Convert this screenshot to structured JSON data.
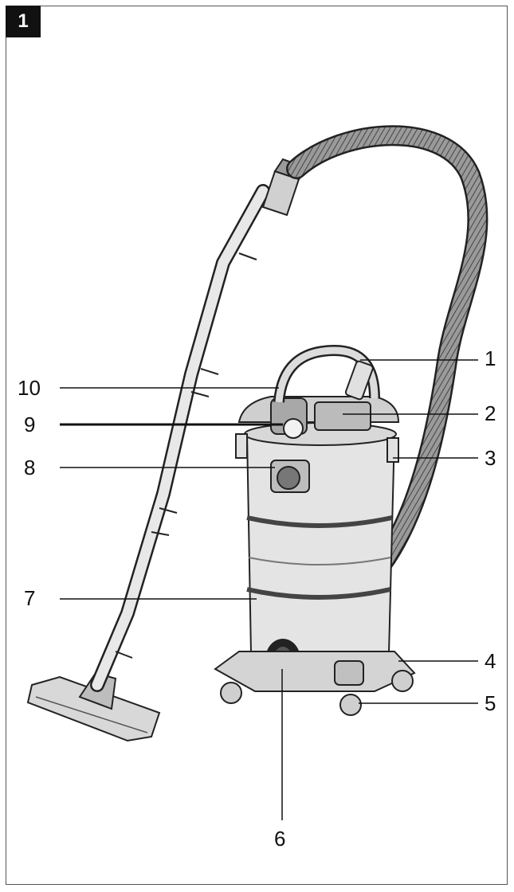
{
  "figure": {
    "number": "1",
    "callouts": [
      {
        "id": "c1",
        "label": "1"
      },
      {
        "id": "c2",
        "label": "2"
      },
      {
        "id": "c3",
        "label": "3"
      },
      {
        "id": "c4",
        "label": "4"
      },
      {
        "id": "c5",
        "label": "5"
      },
      {
        "id": "c6",
        "label": "6"
      },
      {
        "id": "c7",
        "label": "7"
      },
      {
        "id": "c8",
        "label": "8"
      },
      {
        "id": "c9",
        "label": "9"
      },
      {
        "id": "c10",
        "label": "10"
      }
    ]
  },
  "colors": {
    "line": "#111111",
    "body": "#e4e4e4",
    "hose": "#8a8a8a",
    "dark": "#2a2a2a"
  }
}
